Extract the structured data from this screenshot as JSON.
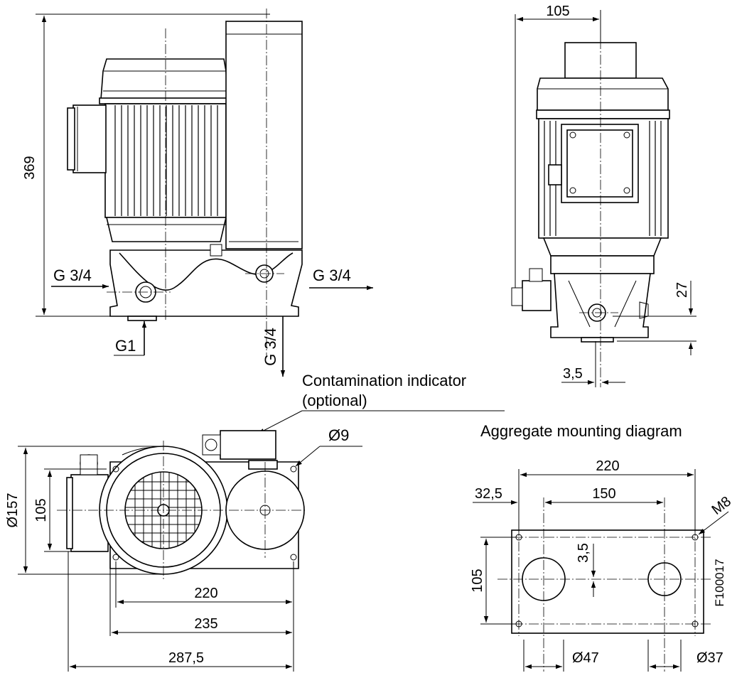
{
  "labels": {
    "height_369": "369",
    "g34_left": "G 3/4",
    "g34_right": "G 3/4",
    "g34_bottom": "G 3/4",
    "g1": "G1",
    "dim_105_top": "105",
    "dim_27": "27",
    "dim_3_5_side": "3,5",
    "contamination_line1": "Contamination indicator",
    "contamination_line2": "(optional)",
    "dia_9": "Ø9",
    "dia_157": "Ø157",
    "dim_105_plan": "105",
    "dim_220_plan": "220",
    "dim_235": "235",
    "dim_287_5": "287,5",
    "mounting_title": "Aggregate mounting diagram",
    "m_220": "220",
    "m_32_5": "32,5",
    "m_150": "150",
    "m_m8": "M8",
    "m_3_5": "3,5",
    "m_105": "105",
    "m_dia47": "Ø47",
    "m_dia37": "Ø37",
    "drawing_number": "F100017"
  }
}
